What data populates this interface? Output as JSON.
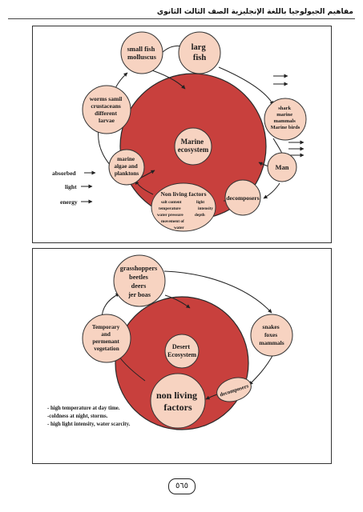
{
  "header": {
    "title": "مفاهيم الجيولوجيا باللغة الإنجليزية الصف الثالث الثانوي"
  },
  "marine": {
    "center": [
      "Marine",
      "ecosystem"
    ],
    "nodes": {
      "small_fish": [
        "small fish",
        "molluscus"
      ],
      "larg_fish": [
        "larg",
        "fish"
      ],
      "worms": [
        "worms samil",
        "crustaceans",
        "different",
        "larvae"
      ],
      "shark": [
        "shark",
        "marine",
        "mammals",
        "Marine birds"
      ],
      "algae": [
        "marine",
        "algae and",
        "planktons"
      ],
      "man": [
        "Man"
      ],
      "decomposers": [
        "decomposers"
      ],
      "non_living": {
        "title": "Non living factors",
        "items": [
          "salt content",
          "light",
          "temperature",
          "intensity",
          "water pressure",
          "depth",
          "movement of",
          "water"
        ]
      }
    },
    "side_labels": [
      "absorbed",
      "light",
      "energy"
    ]
  },
  "desert": {
    "center": [
      "Desert",
      "Ecosystem"
    ],
    "nodes": {
      "grasshoppers": [
        "grasshoppers",
        "beetles",
        "deers",
        "jer boas"
      ],
      "vegetation": [
        "Temporary",
        "and",
        "permenant",
        "vegetation"
      ],
      "snakes": [
        "snakes",
        "foxes",
        "mammals"
      ],
      "non_living": [
        "non living",
        "factors"
      ],
      "decomposers": [
        "decomposers"
      ]
    },
    "notes": [
      "- high temperature at day time.",
      "-coldness at night, storms.",
      "- high light intensity, water scarcity."
    ]
  },
  "page_number": "٥٦٥"
}
